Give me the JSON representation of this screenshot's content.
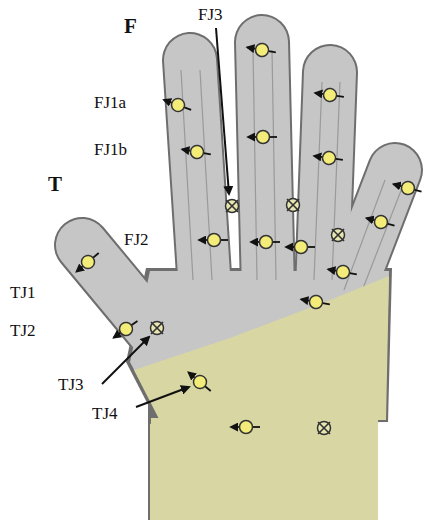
{
  "diagram": {
    "labels": [
      "FJ3",
      "F",
      "FJ1a",
      "FJ1b",
      "T",
      "FJ2",
      "TJ1",
      "TJ2",
      "TJ3",
      "TJ4"
    ]
  }
}
